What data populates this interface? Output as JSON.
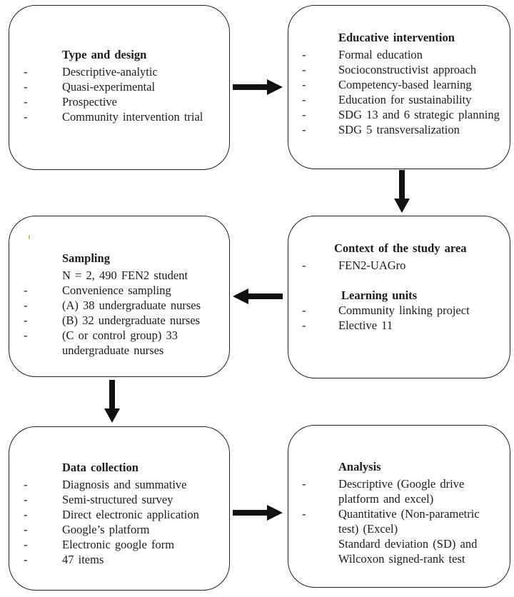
{
  "colors": {
    "background": "#ffffff",
    "box_border": "#1f1f1f",
    "text": "#1c1c1c",
    "arrow": "#111111",
    "stray_mark": "#f5b54a"
  },
  "boxes": [
    {
      "id": "type-and-design",
      "title": "Type and design",
      "items": [
        {
          "dash": "-",
          "text": "Descriptive-analytic"
        },
        {
          "dash": "-",
          "text": "Quasi-experimental"
        },
        {
          "dash": "-",
          "text": "Prospective"
        },
        {
          "dash": "-",
          "text": "Community intervention trial"
        }
      ]
    },
    {
      "id": "educative-intervention",
      "title": "Educative intervention",
      "items": [
        {
          "dash": "-",
          "text": "Formal education"
        },
        {
          "dash": "-",
          "text": "Socioconstructivist approach"
        },
        {
          "dash": "-",
          "text": "Competency-based learning"
        },
        {
          "dash": "-",
          "text": "Education for sustainability"
        },
        {
          "dash": "-",
          "text": "SDG 13 and 6 strategic planning"
        },
        {
          "dash": "-",
          "text": "SDG 5 transversalization"
        }
      ]
    },
    {
      "id": "context-of-the-study-area",
      "title": "Context of the study area",
      "items": [
        {
          "dash": "-",
          "text": "FEN2-UAGro"
        }
      ],
      "subtitle": "Learning units",
      "sub_items": [
        {
          "dash": "-",
          "text": "Community linking project"
        },
        {
          "dash": "-",
          "text": "Elective 11"
        }
      ]
    },
    {
      "id": "sampling",
      "title": "Sampling",
      "items": [
        {
          "dash": "",
          "text": "N = 2, 490 FEN2 student"
        },
        {
          "dash": "-",
          "text": "Convenience sampling"
        },
        {
          "dash": "-",
          "text": "(A) 38 undergraduate nurses"
        },
        {
          "dash": "-",
          "text": "(B) 32 undergraduate nurses"
        },
        {
          "dash": "-",
          "text": "(C or control group) 33 undergraduate nurses"
        }
      ]
    },
    {
      "id": "data-collection",
      "title": "Data collection",
      "items": [
        {
          "dash": "-",
          "text": "Diagnosis and summative"
        },
        {
          "dash": "-",
          "text": "Semi-structured survey"
        },
        {
          "dash": "-",
          "text": "Direct electronic application"
        },
        {
          "dash": "-",
          "text": "Google’s platform"
        },
        {
          "dash": "-",
          "text": "Electronic google form"
        },
        {
          "dash": "-",
          "text": "47 items"
        }
      ]
    },
    {
      "id": "analysis",
      "title": "Analysis",
      "items": [
        {
          "dash": "-",
          "text": "Descriptive (Google drive platform and excel)"
        },
        {
          "dash": "-",
          "text": "Quantitative (Non-parametric test) (Excel)"
        },
        {
          "dash": "",
          "text": "Standard deviation (SD) and Wilcoxon signed-rank test"
        }
      ]
    }
  ],
  "arrows": [
    {
      "id": "arrow-type-to-educative",
      "direction": "right"
    },
    {
      "id": "arrow-educative-to-context",
      "direction": "down"
    },
    {
      "id": "arrow-context-to-sampling",
      "direction": "left"
    },
    {
      "id": "arrow-sampling-to-data",
      "direction": "down"
    },
    {
      "id": "arrow-data-to-analysis",
      "direction": "right"
    }
  ]
}
